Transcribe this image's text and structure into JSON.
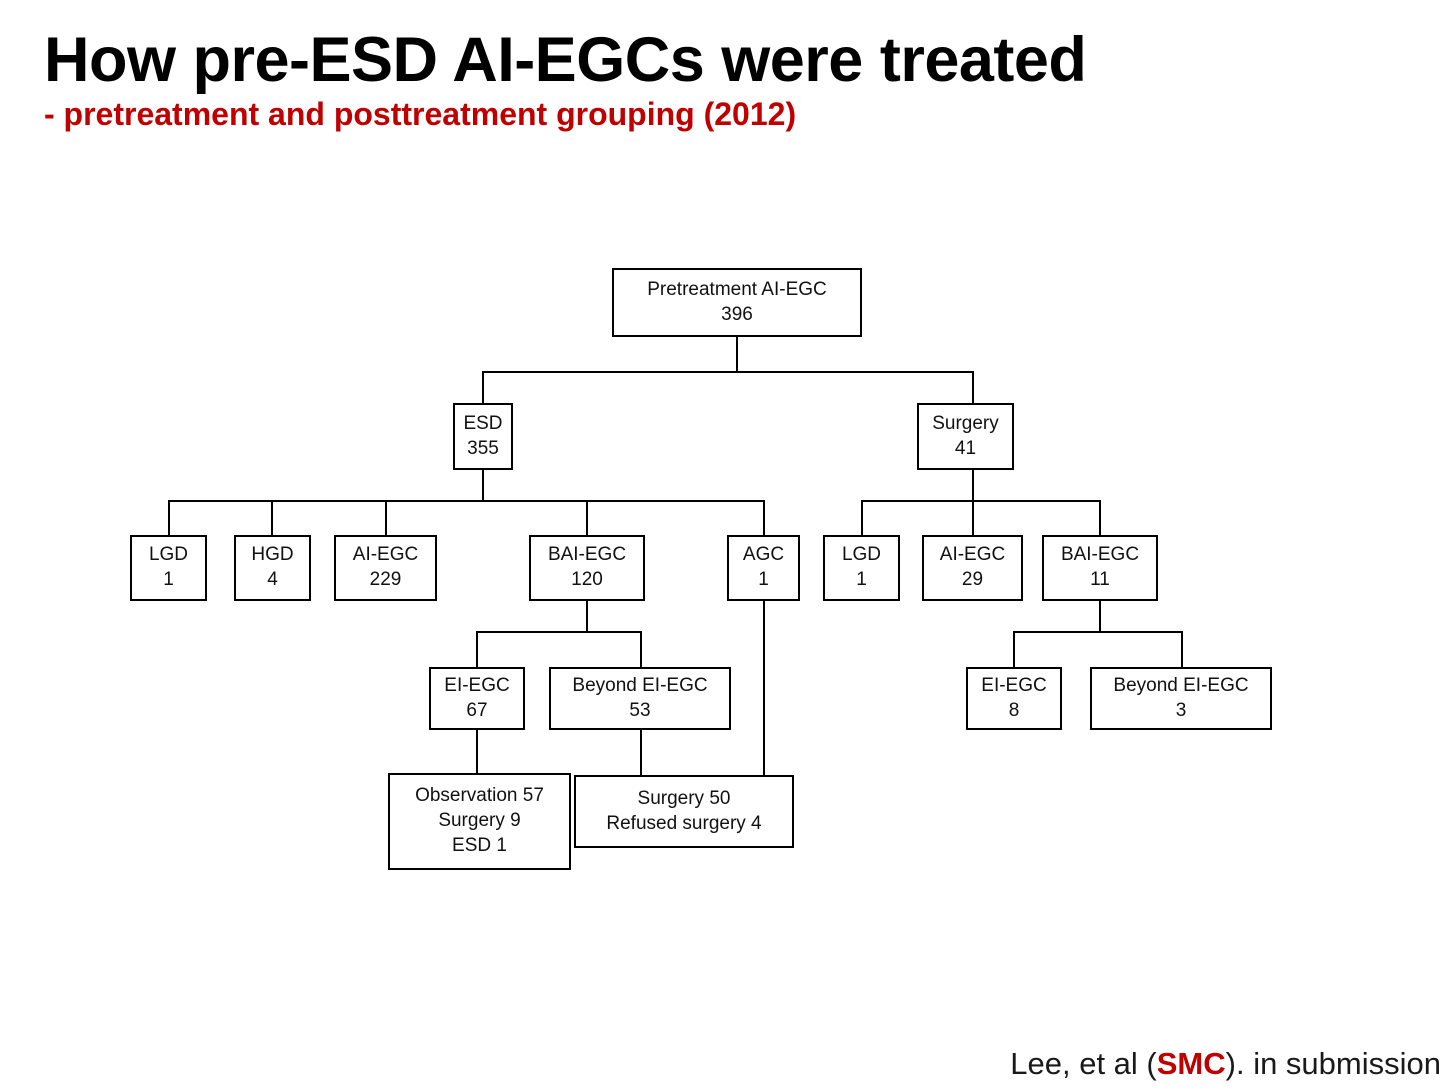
{
  "slide": {
    "title": "How pre-ESD AI-EGCs were treated",
    "subtitle": "-  pretreatment and posttreatment grouping (2012)",
    "accent_color": "#C00000",
    "background_color": "#FFFFFF",
    "text_color": "#000000"
  },
  "footer": {
    "prefix": "Lee, et al (",
    "highlight": "SMC",
    "suffix": "). in submission"
  },
  "chart_data": {
    "type": "diagram",
    "title": "Pretreatment and posttreatment grouping of AI-EGC (2012)",
    "nodes": [
      {
        "id": "root",
        "label": "Pretreatment AI-EGC",
        "value": "396",
        "level": 0
      },
      {
        "id": "esd",
        "label": "ESD",
        "value": "355",
        "level": 1
      },
      {
        "id": "surgery",
        "label": "Surgery",
        "value": "41",
        "level": 1
      },
      {
        "id": "esd_lgd",
        "label": "LGD",
        "value": "1",
        "level": 2
      },
      {
        "id": "esd_hgd",
        "label": "HGD",
        "value": "4",
        "level": 2
      },
      {
        "id": "esd_aiegc",
        "label": "AI-EGC",
        "value": "229",
        "level": 2
      },
      {
        "id": "esd_baiegc",
        "label": "BAI-EGC",
        "value": "120",
        "level": 2
      },
      {
        "id": "esd_agc",
        "label": "AGC",
        "value": "1",
        "level": 2
      },
      {
        "id": "sur_lgd",
        "label": "LGD",
        "value": "1",
        "level": 2
      },
      {
        "id": "sur_aiegc",
        "label": "AI-EGC",
        "value": "29",
        "level": 2
      },
      {
        "id": "sur_baiegc",
        "label": "BAI-EGC",
        "value": "11",
        "level": 2
      },
      {
        "id": "esd_eiegc",
        "label": "EI-EGC",
        "value": "67",
        "level": 3
      },
      {
        "id": "esd_beyond",
        "label": "Beyond EI-EGC",
        "value": "53",
        "level": 3
      },
      {
        "id": "sur_eiegc",
        "label": "EI-EGC",
        "value": "8",
        "level": 3
      },
      {
        "id": "sur_beyond",
        "label": "Beyond EI-EGC",
        "value": "3",
        "level": 3
      }
    ],
    "outcome_nodes": [
      {
        "id": "outcome_obs",
        "lines": [
          "Observation 57",
          "Surgery 9",
          "ESD 1"
        ]
      },
      {
        "id": "outcome_surg",
        "lines": [
          "Surgery 50",
          "Refused surgery 4"
        ]
      }
    ],
    "edges": [
      {
        "from": "root",
        "to": "esd"
      },
      {
        "from": "root",
        "to": "surgery"
      },
      {
        "from": "esd",
        "to": "esd_lgd"
      },
      {
        "from": "esd",
        "to": "esd_hgd"
      },
      {
        "from": "esd",
        "to": "esd_aiegc"
      },
      {
        "from": "esd",
        "to": "esd_baiegc"
      },
      {
        "from": "esd",
        "to": "esd_agc"
      },
      {
        "from": "surgery",
        "to": "sur_lgd"
      },
      {
        "from": "surgery",
        "to": "sur_aiegc"
      },
      {
        "from": "surgery",
        "to": "sur_baiegc"
      },
      {
        "from": "esd_baiegc",
        "to": "esd_eiegc"
      },
      {
        "from": "esd_baiegc",
        "to": "esd_beyond"
      },
      {
        "from": "sur_baiegc",
        "to": "sur_eiegc"
      },
      {
        "from": "sur_baiegc",
        "to": "sur_beyond"
      },
      {
        "from": "esd_eiegc",
        "to": "outcome_obs"
      },
      {
        "from": "esd_beyond",
        "to": "outcome_surg"
      },
      {
        "from": "esd_agc",
        "to": "outcome_surg"
      }
    ]
  },
  "nodes": {
    "root": {
      "l1": "Pretreatment AI-EGC",
      "l2": "396"
    },
    "esd": {
      "l1": "ESD",
      "l2": "355"
    },
    "surgery": {
      "l1": "Surgery",
      "l2": "41"
    },
    "esd_lgd": {
      "l1": "LGD",
      "l2": "1"
    },
    "esd_hgd": {
      "l1": "HGD",
      "l2": "4"
    },
    "esd_aiegc": {
      "l1": "AI-EGC",
      "l2": "229"
    },
    "esd_baiegc": {
      "l1": "BAI-EGC",
      "l2": "120"
    },
    "esd_agc": {
      "l1": "AGC",
      "l2": "1"
    },
    "sur_lgd": {
      "l1": "LGD",
      "l2": "1"
    },
    "sur_aiegc": {
      "l1": "AI-EGC",
      "l2": "29"
    },
    "sur_baiegc": {
      "l1": "BAI-EGC",
      "l2": "11"
    },
    "esd_eiegc": {
      "l1": "EI-EGC",
      "l2": "67"
    },
    "esd_beyond": {
      "l1": "Beyond EI-EGC",
      "l2": "53"
    },
    "sur_eiegc": {
      "l1": "EI-EGC",
      "l2": "8"
    },
    "sur_beyond": {
      "l1": "Beyond EI-EGC",
      "l2": "3"
    },
    "outcome_obs": {
      "l1": "Observation 57",
      "l2": "Surgery 9",
      "l3": "ESD 1"
    },
    "outcome_surg": {
      "l1": "Surgery 50",
      "l2": "Refused surgery 4"
    }
  }
}
